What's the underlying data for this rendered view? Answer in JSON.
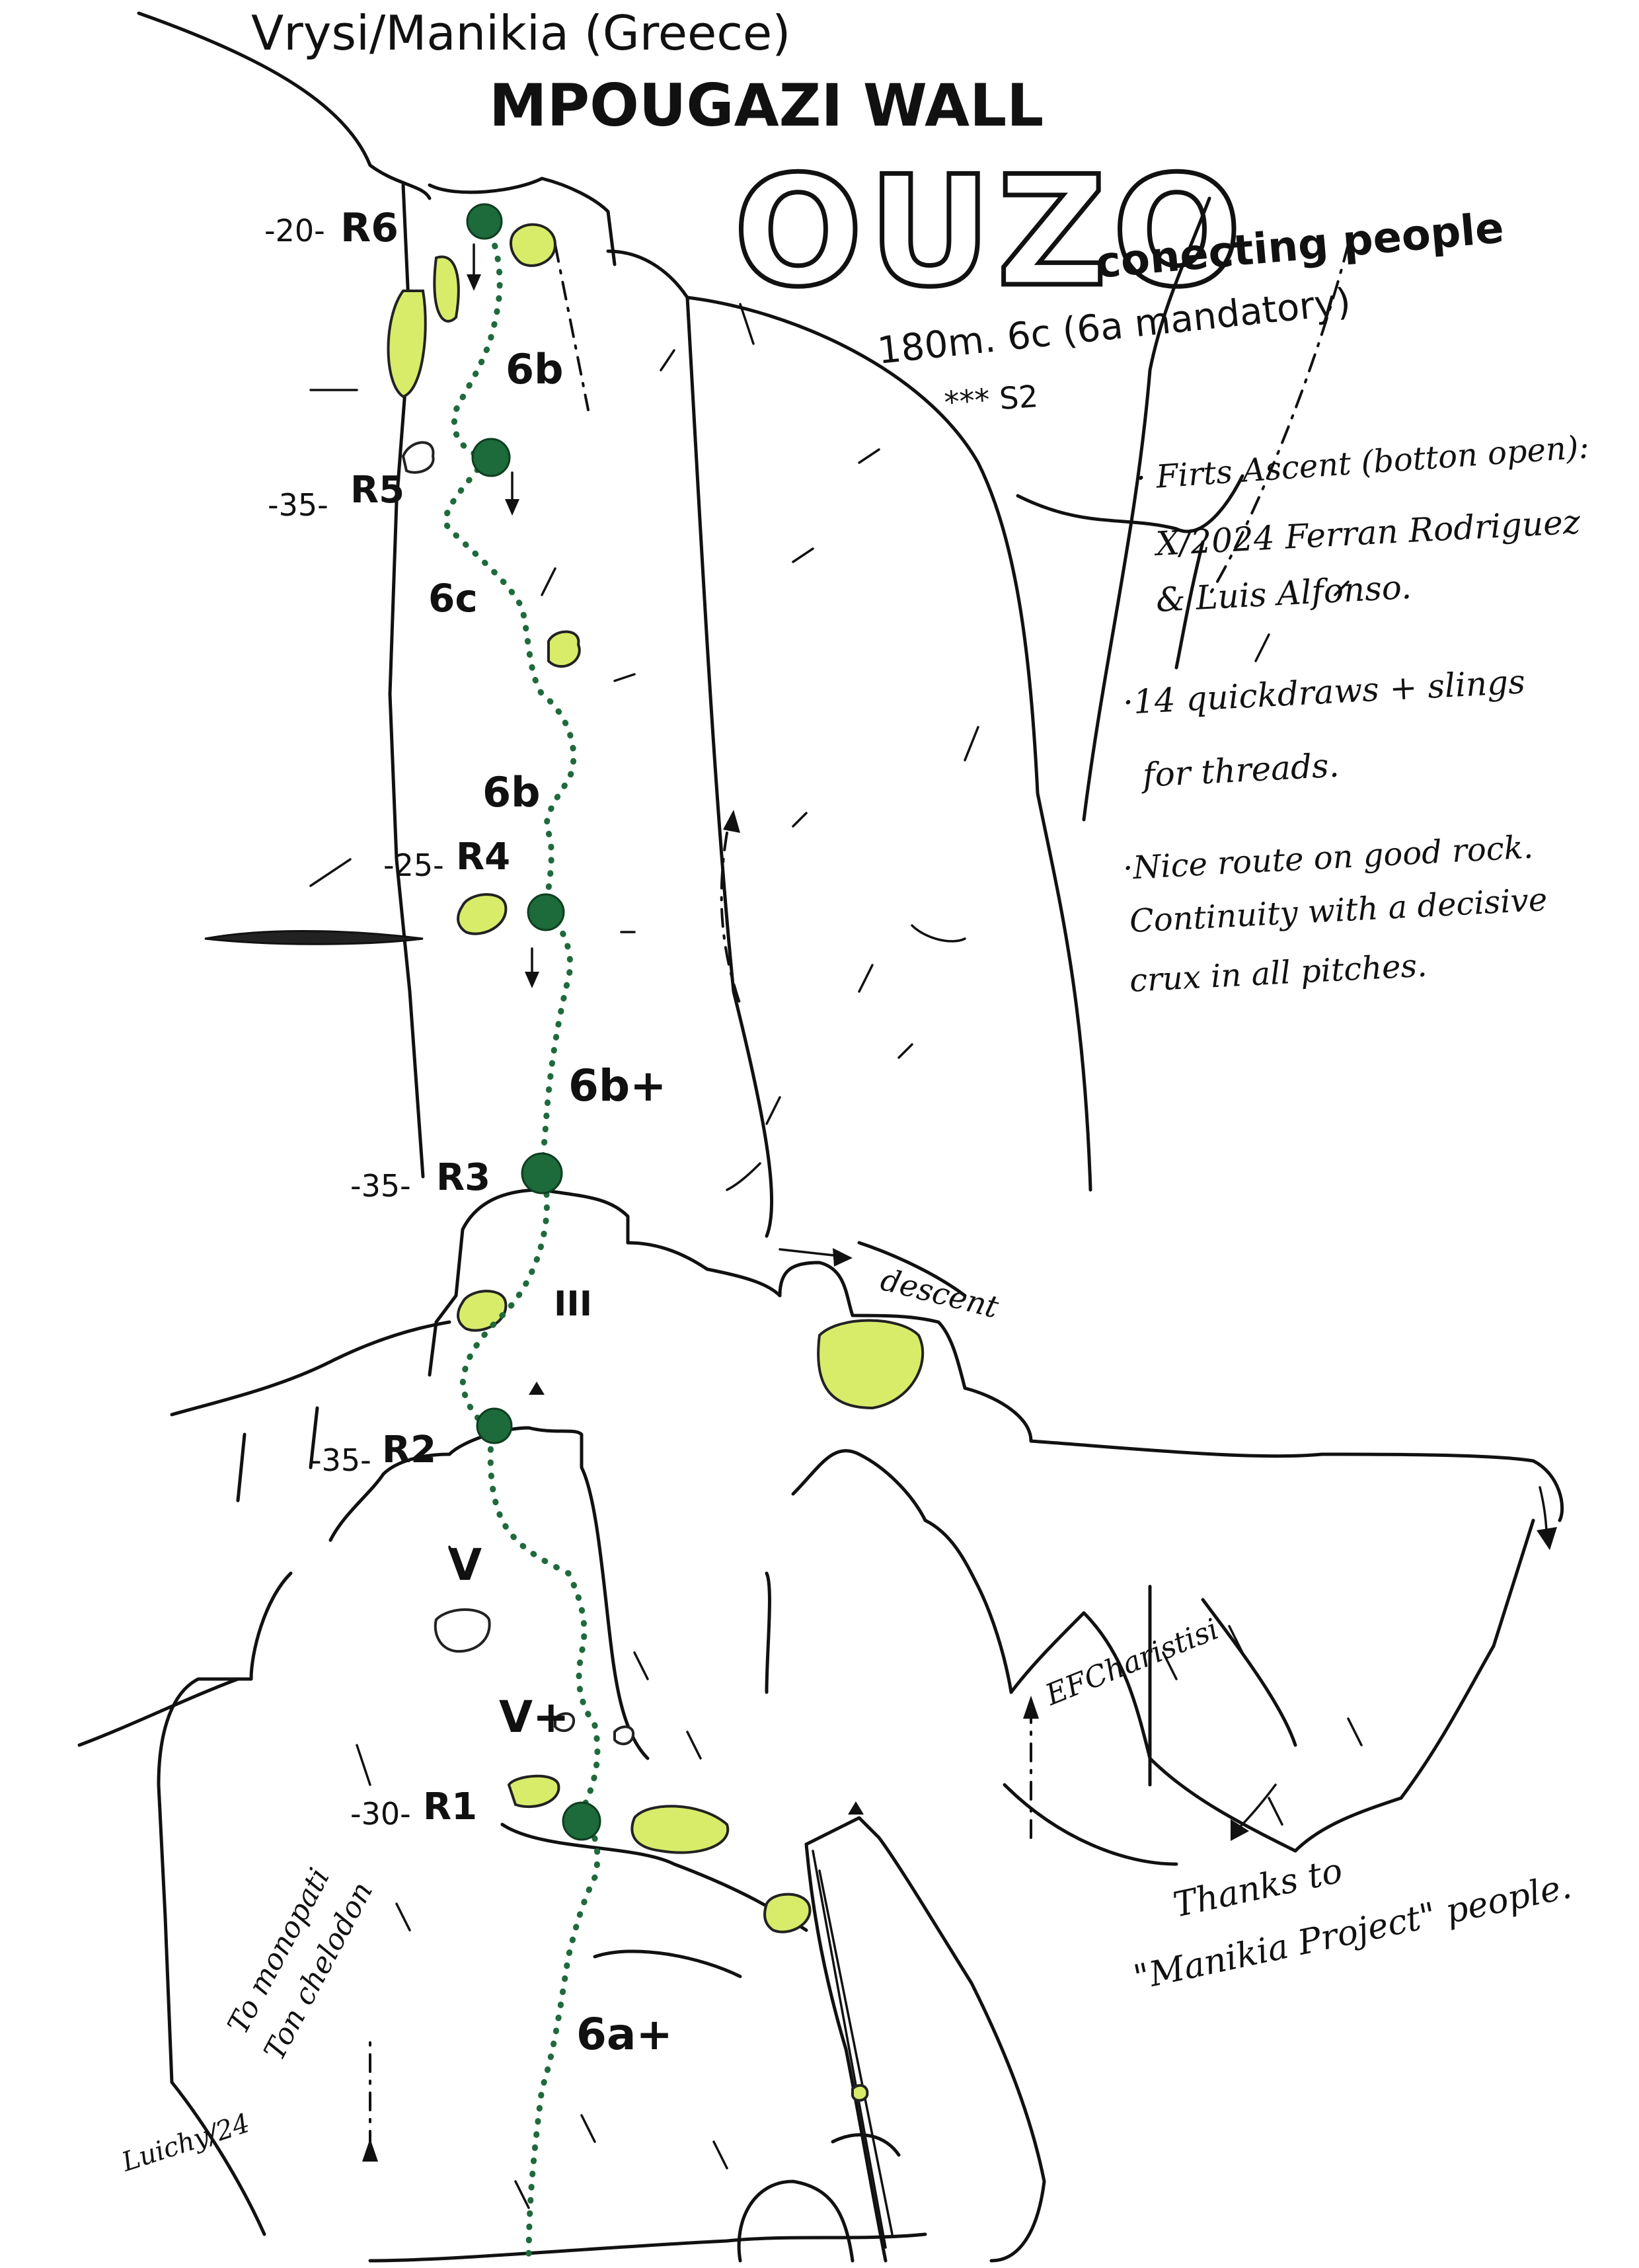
{
  "header": {
    "location": "Vrysi/Manikia (Greece)",
    "wall": "MPOUGAZI WALL",
    "route_name": "OUZO",
    "subtitle": "conecting people",
    "stats": "180m. 6c (6a mandatory)",
    "rating": "*** S2"
  },
  "notes": {
    "line1": "· Firts Ascent (botton open):",
    "line2": "X/2024 Ferran Rodriguez",
    "line3": "& Luis Alfonso.",
    "line4": "·14 quickdraws + slings",
    "line5": "for threads.",
    "line6": "·Nice route on good rock.",
    "line7": "Continuity with a decisive",
    "line8": "crux in all pitches."
  },
  "belays": [
    {
      "label": "R6",
      "length": "-20-"
    },
    {
      "label": "R5",
      "length": "-35-"
    },
    {
      "label": "R4",
      "length": "-25-"
    },
    {
      "label": "R3",
      "length": "-35-"
    },
    {
      "label": "R2",
      "length": "-35-"
    },
    {
      "label": "R1",
      "length": "-30-"
    }
  ],
  "pitch_grades": {
    "p6": "6b",
    "p5": "6c",
    "p4b": "6b",
    "p4": "6b+",
    "p3": "III",
    "p2b": "V",
    "p2": "V+",
    "p1": "6a+"
  },
  "labels": {
    "descent": "descent",
    "efcharistisi": "EFCharistisi",
    "approach_1": "To monopati",
    "approach_2": "Ton chelodon",
    "thanks_1": "Thanks to",
    "thanks_2": "\"Manikia Project\" people.",
    "signature": "Luichy/24"
  },
  "colors": {
    "route": "#1f6a3c",
    "belay": "#1d6a3a",
    "vegetation": "#d8ec6a",
    "ink": "#111111"
  }
}
